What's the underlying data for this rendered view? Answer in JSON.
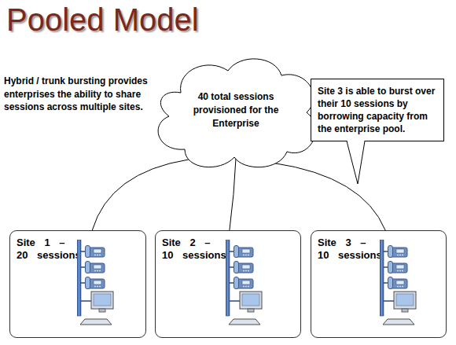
{
  "diagram": {
    "title": "Pooled Model",
    "nodes": [
      {
        "text": [
          "40 total sessions provisioned for the Enterprise"
        ]
      },
      {
        "text": [
          "Site 3 is able to burst over their 10 sessions by borrowing capacity from the enterprise pool."
        ]
      },
      {
        "text": [
          "Site 1 – 20 sessions"
        ]
      },
      {
        "text": [
          "Site 2 – 10 sessions"
        ]
      },
      {
        "text": [
          "Site 3 – 10 sessions"
        ]
      }
    ],
    "edges": [
      {
        "from": 0,
        "to": 2,
        "arrow": "none"
      },
      {
        "from": 0,
        "to": 3,
        "arrow": "none"
      },
      {
        "from": 0,
        "to": 4,
        "arrow": "none"
      }
    ],
    "labels": [
      "Hybrid / trunk bursting provides enterprises the ability to share sessions across multiple sites."
    ]
  }
}
